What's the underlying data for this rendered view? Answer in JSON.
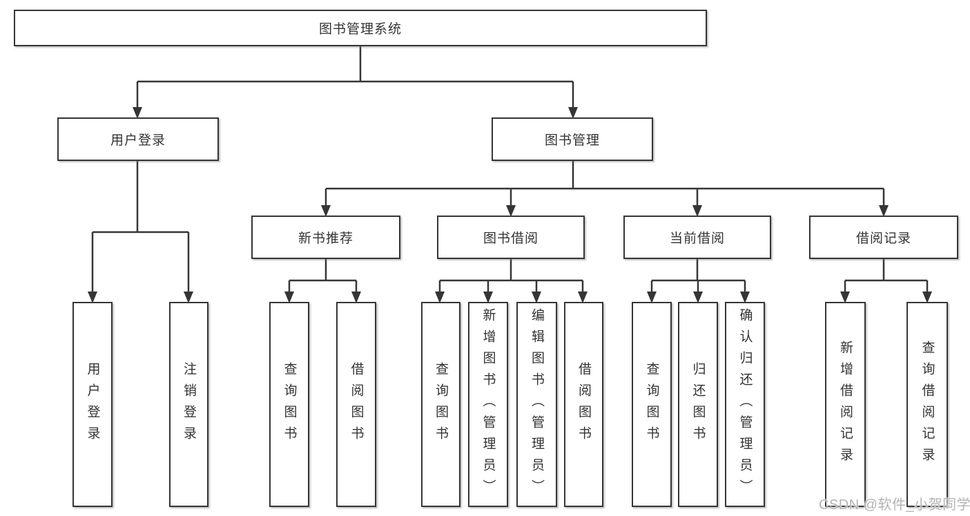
{
  "diagram": {
    "type": "tree",
    "root": {
      "label": "图书管理系统"
    },
    "login": {
      "label": "用户登录",
      "children": [
        {
          "label": "用户登录"
        },
        {
          "label": "注销登录"
        }
      ]
    },
    "manage": {
      "label": "图书管理",
      "sections": [
        {
          "label": "新书推荐",
          "children": [
            {
              "label": "查询图书"
            },
            {
              "label": "借阅图书"
            }
          ]
        },
        {
          "label": "图书借阅",
          "children": [
            {
              "label": "查询图书"
            },
            {
              "label": "新增图书（管理员）"
            },
            {
              "label": "编辑图书（管理员）"
            },
            {
              "label": "借阅图书"
            }
          ]
        },
        {
          "label": "当前借阅",
          "children": [
            {
              "label": "查询图书"
            },
            {
              "label": "归还图书"
            },
            {
              "label": "确认归还（管理员）"
            }
          ]
        },
        {
          "label": "借阅记录",
          "children": [
            {
              "label": "新增借阅记录"
            },
            {
              "label": "查询借阅记录"
            }
          ]
        }
      ]
    },
    "colors": {
      "line": "#353535",
      "box_border": "#353535",
      "text": "#333333",
      "background": "#ffffff",
      "watermark": "#b3b3b3"
    }
  },
  "watermark": "CSDN @软件_小贺同学"
}
